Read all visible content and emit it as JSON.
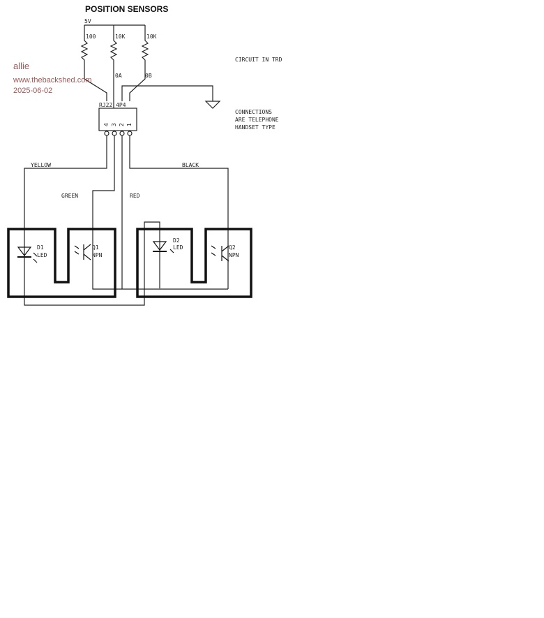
{
  "title": "POSITION SENSORS",
  "supply": "5V",
  "resistors": [
    {
      "value": "100"
    },
    {
      "value": "10K"
    },
    {
      "value": "10K"
    }
  ],
  "nets": {
    "a": "0A",
    "b": "0B"
  },
  "connector": {
    "name": "RJ22 4P4",
    "pins": [
      "4",
      "3",
      "2",
      "1"
    ]
  },
  "wires": {
    "yellow": "YELLOW",
    "green": "GREEN",
    "red": "RED",
    "black": "BLACK"
  },
  "components": {
    "d1": {
      "ref": "D1",
      "type": "LED"
    },
    "q1": {
      "ref": "Q1",
      "type": "NPN"
    },
    "d2": {
      "ref": "D2",
      "type": "LED"
    },
    "q2": {
      "ref": "Q2",
      "type": "NPN"
    }
  },
  "notes": {
    "circuit": "CIRCUIT IN TRD",
    "connections": [
      "CONNECTIONS",
      "ARE TELEPHONE",
      "HANDSET TYPE"
    ]
  },
  "watermark": {
    "user": "allie",
    "site": "www.thebackshed.com",
    "date": "2025-06-02"
  }
}
